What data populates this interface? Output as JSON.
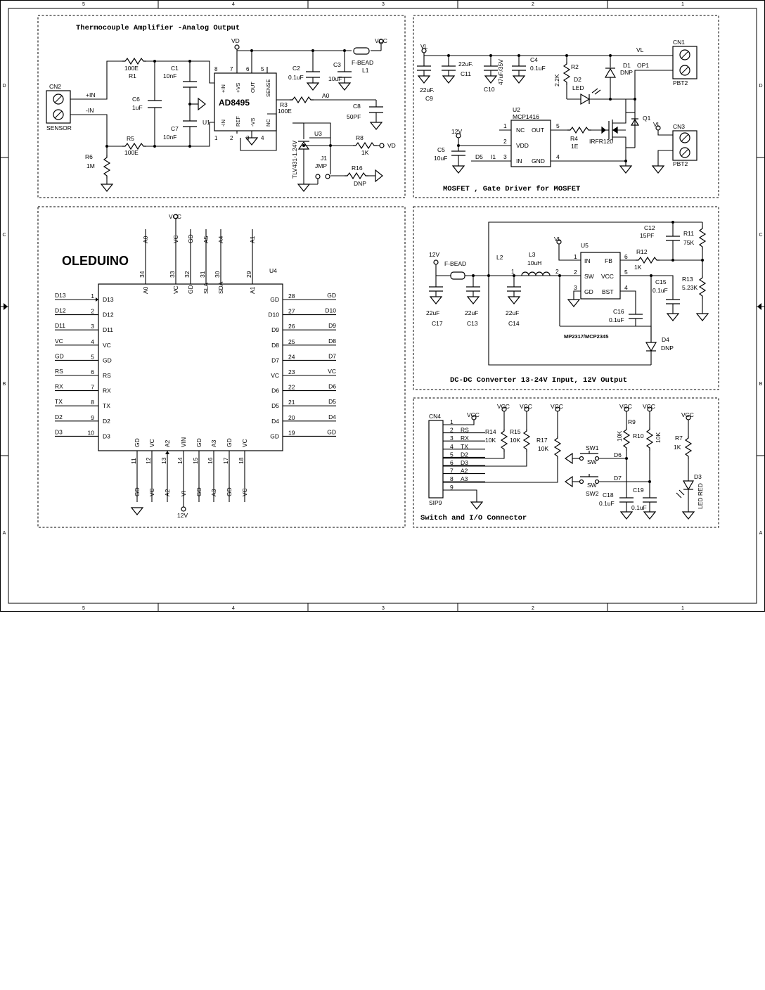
{
  "border": {
    "columns": [
      "5",
      "4",
      "3",
      "2",
      "1"
    ],
    "rows": [
      "D",
      "C",
      "B",
      "A"
    ]
  },
  "sections": {
    "thermo": {
      "title": "Thermocouple Amplifier -Analog Output",
      "cn2": "CN2",
      "sensor": "SENSOR",
      "pin_pos": "+IN",
      "pin_neg": "-IN",
      "r1_val": "100E",
      "r1_ref": "R1",
      "r5_ref": "R5",
      "r5_val": "100E",
      "r6_ref": "R6",
      "r6_val": "1M",
      "c1_ref": "C1",
      "c1_val": "10nF",
      "c6_ref": "C6",
      "c6_val": "1uF",
      "c7_ref": "C7",
      "c7_val": "10nF",
      "u1_ref": "U1",
      "u1_name": "AD8495",
      "u1_pins": {
        "in_p": "+IN",
        "vs_p": "+VS",
        "out": "OUT",
        "sense": "SENSE",
        "in_n": "-IN",
        "ref": "REF",
        "vs_n": "-VS",
        "nc": "NC"
      },
      "u1_nums": {
        "p8": "8",
        "p7": "7",
        "p6": "6",
        "p5": "5",
        "p1": "1",
        "p2": "2",
        "p3": "3",
        "p4": "4"
      },
      "vd": "VD",
      "vcc": "VCC",
      "c2_ref": "C2",
      "c2_val": "0.1uF",
      "c3_ref": "C3",
      "c3_val": "10uF",
      "l1_type": "F-BEAD",
      "l1_ref": "L1",
      "r3_ref": "R3",
      "r3_val": "100E",
      "a0": "A0",
      "c8_ref": "C8",
      "c8_val": "50PF",
      "u3_ref": "U3",
      "u3_val": "TLV431-1.24V",
      "r8_ref": "R8",
      "r8_val": "1K",
      "vd_right": "VD",
      "j1_ref": "J1",
      "j1_val": "JMP",
      "r16_ref": "R16",
      "r16_val": "DNP"
    },
    "mosfet": {
      "title": "MOSFET , Gate Driver for MOSFET",
      "vl": "VL",
      "c9_ref": "C9",
      "c9_val": "22uF.",
      "c11_ref": "C11",
      "c11_val": "22uF.",
      "c10_ref": "C10",
      "c10_val": "47uF/35V",
      "c4_ref": "C4",
      "c4_val": "0.1uF",
      "r2_ref": "R2",
      "r2_val": "2.2K",
      "d2_ref": "D2",
      "d2_val": "LED",
      "d1_ref": "D1",
      "d1_val": "DNP",
      "op1": "OP1",
      "vl_out": "VL",
      "cn1": "CN1",
      "pbt1": "PBT2",
      "u2_ref": "U2",
      "u2_name": "MCP1416",
      "u2_pins": {
        "nc": "NC",
        "out": "OUT",
        "vdd": "VDD",
        "in": "IN",
        "gnd": "GND"
      },
      "u2_nums": {
        "p1": "1",
        "p5": "5",
        "p2": "2",
        "p3": "3",
        "p4": "4"
      },
      "v12": "12V",
      "c5_ref": "C5",
      "c5_val": "10uF",
      "d5": "D5",
      "i1": "I1",
      "r4_ref": "R4",
      "r4_val": "1E",
      "q1_ref": "Q1",
      "q1_val": "IRFR120",
      "vl2": "VL",
      "cn3": "CN3",
      "pbt2": "PBT2"
    },
    "oled": {
      "title": "OLEDUINO",
      "u4": "U4",
      "left_pins": [
        {
          "net": "D13",
          "num": "1",
          "label": "D13"
        },
        {
          "net": "D12",
          "num": "2",
          "label": "D12"
        },
        {
          "net": "D11",
          "num": "3",
          "label": "D11"
        },
        {
          "net": "VC",
          "num": "4",
          "label": "VC"
        },
        {
          "net": "GD",
          "num": "5",
          "label": "GD"
        },
        {
          "net": "RS",
          "num": "6",
          "label": "RS"
        },
        {
          "net": "RX",
          "num": "7",
          "label": "RX"
        },
        {
          "net": "TX",
          "num": "8",
          "label": "TX"
        },
        {
          "net": "D2",
          "num": "9",
          "label": "D2"
        },
        {
          "net": "D3",
          "num": "10",
          "label": "D3"
        }
      ],
      "right_pins": [
        {
          "net": "GD",
          "num": "28",
          "label": "GD"
        },
        {
          "net": "D10",
          "num": "27",
          "label": "D10"
        },
        {
          "net": "D9",
          "num": "26",
          "label": "D9"
        },
        {
          "net": "D8",
          "num": "25",
          "label": "D8"
        },
        {
          "net": "D7",
          "num": "24",
          "label": "D7"
        },
        {
          "net": "VC",
          "num": "23",
          "label": "VC"
        },
        {
          "net": "D6",
          "num": "22",
          "label": "D6"
        },
        {
          "net": "D5",
          "num": "21",
          "label": "D5"
        },
        {
          "net": "D4",
          "num": "20",
          "label": "D4"
        },
        {
          "net": "GD",
          "num": "19",
          "label": "GD"
        }
      ],
      "top_pins": [
        {
          "net": "A0",
          "num": "34",
          "label": "A0"
        },
        {
          "net": "VC",
          "num": "33",
          "label": "VC"
        },
        {
          "net": "GD",
          "num": "32",
          "label": "GD"
        },
        {
          "net": "A5",
          "num": "31",
          "label": "SLA"
        },
        {
          "net": "A4",
          "num": "30",
          "label": "SDA"
        },
        {
          "net": "A1",
          "num": "29",
          "label": "A1"
        }
      ],
      "bottom_pins": [
        {
          "net": "GD",
          "num": "11",
          "label": "GD"
        },
        {
          "net": "VC",
          "num": "12",
          "label": "VC"
        },
        {
          "net": "A2",
          "num": "13",
          "label": "A2"
        },
        {
          "net": "VI",
          "num": "14",
          "label": "VIN"
        },
        {
          "net": "GD",
          "num": "15",
          "label": "GD"
        },
        {
          "net": "A3",
          "num": "16",
          "label": "A3"
        },
        {
          "net": "GD",
          "num": "17",
          "label": "GD"
        },
        {
          "net": "VC",
          "num": "18",
          "label": "VC"
        }
      ],
      "vcc_top": "VCC",
      "v12_bottom": "12V"
    },
    "dcdc": {
      "title": "DC-DC Converter 13-24V Input, 12V Output",
      "v12": "12V",
      "fbead": "F-BEAD",
      "c17_val": "22uF",
      "c17_ref": "C17",
      "c13_val": "22uF",
      "c13_ref": "C13",
      "l2": "L2",
      "l3_ref": "L3",
      "l3_val": "10uH",
      "n1": "1",
      "n2": "2",
      "c14_val": "22uF",
      "c14_ref": "C14",
      "vl": "VL",
      "u5": "U5",
      "u5_pins": {
        "in": "IN",
        "fb": "FB",
        "sw": "SW",
        "vcc": "VCC",
        "gd": "GD",
        "bst": "BST"
      },
      "u5_nums": {
        "p1": "1",
        "p6": "6",
        "p2": "2",
        "p5": "5",
        "p3": "3",
        "p4": "4"
      },
      "r12_ref": "R12",
      "r12_val": "1K",
      "c12_ref": "C12",
      "c12_val": "15PF",
      "r11_ref": "R11",
      "r11_val": "75K",
      "r13_ref": "R13",
      "r13_val": "5.23K",
      "c15_ref": "C15",
      "c15_val": "0.1uF",
      "c16_ref": "C16",
      "c16_val": "0.1uF",
      "u5_part": "MP2317/MCP2345",
      "d4_ref": "D4",
      "d4_val": "DNP"
    },
    "io": {
      "title": "Switch and I/O Connector",
      "cn4": "CN4",
      "sip": "SIP9",
      "pins": [
        {
          "num": "1",
          "net": ""
        },
        {
          "num": "2",
          "net": "RS"
        },
        {
          "num": "3",
          "net": "RX"
        },
        {
          "num": "4",
          "net": "TX"
        },
        {
          "num": "5",
          "net": "D2"
        },
        {
          "num": "6",
          "net": "D3"
        },
        {
          "num": "7",
          "net": "A2"
        },
        {
          "num": "8",
          "net": "A3"
        },
        {
          "num": "9",
          "net": ""
        }
      ],
      "vcc": "VCC",
      "r14_ref": "R14",
      "r14_val": "10K",
      "r15_ref": "R15",
      "r15_val": "10K",
      "r17_ref": "R17",
      "r17_val": "10K",
      "sw1_ref": "SW1",
      "sw1_lbl": "SW",
      "sw2_ref": "SW2",
      "sw2_lbl": "SW",
      "d6": "D6",
      "d7": "D7",
      "r9_ref": "R9",
      "r9_val": "10K",
      "r10_ref": "R10",
      "r10_val": "10K",
      "c18_ref": "C18",
      "c18_val": "0.1uF",
      "c19_ref": "C19",
      "c19_val": "0.1uF",
      "r7_ref": "R7",
      "r7_val": "1K",
      "d3_ref": "D3",
      "d3_val": "LED RED"
    }
  }
}
